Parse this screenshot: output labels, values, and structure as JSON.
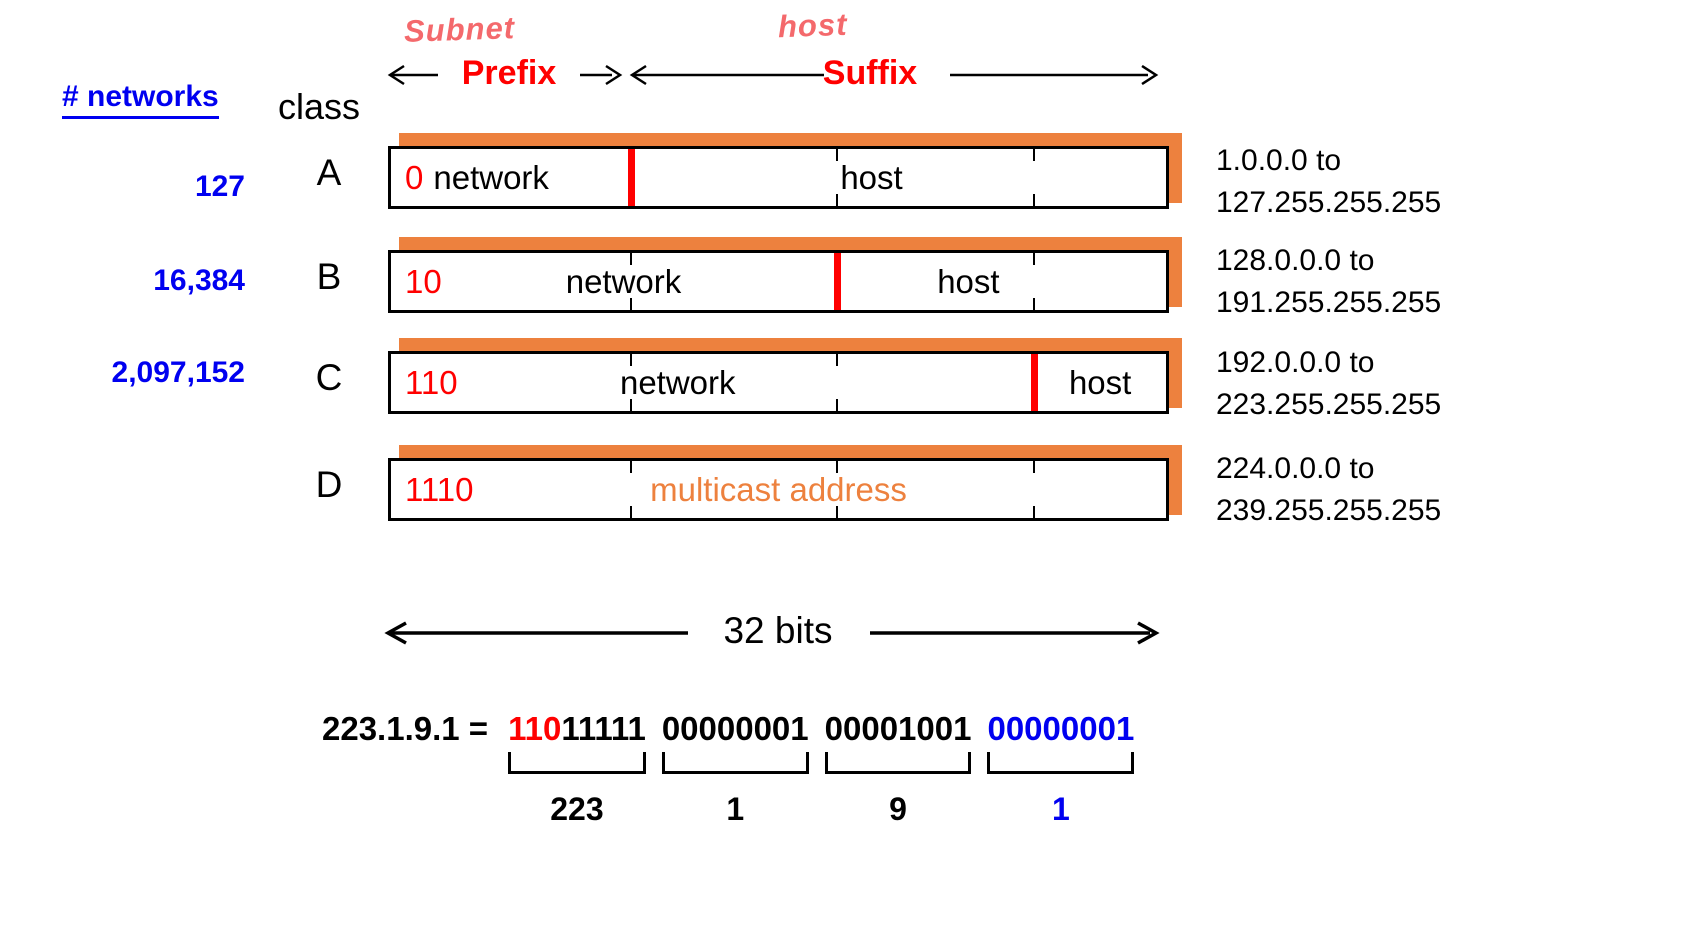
{
  "header": {
    "networks_label": "# networks",
    "class_label": "class",
    "subnet_note": "Subnet",
    "prefix_label": "Prefix",
    "host_note": "host",
    "suffix_label": "Suffix"
  },
  "rows": [
    {
      "letter": "A",
      "count": "127",
      "prefix_bits": "0",
      "network_label": "network",
      "host_label": "host",
      "range_from": "1.0.0.0 to",
      "range_to": "127.255.255.255"
    },
    {
      "letter": "B",
      "count": "16,384",
      "prefix_bits": "10",
      "network_label": "network",
      "host_label": "host",
      "range_from": "128.0.0.0 to",
      "range_to": "191.255.255.255"
    },
    {
      "letter": "C",
      "count": "2,097,152",
      "prefix_bits": "110",
      "network_label": "network",
      "host_label": "host",
      "range_from": "192.0.0.0 to",
      "range_to": "223.255.255.255"
    },
    {
      "letter": "D",
      "prefix_bits": "1110",
      "multicast_label": "multicast address",
      "range_from": "224.0.0.0 to",
      "range_to": "239.255.255.255"
    }
  ],
  "footer": {
    "bits_label": "32 bits",
    "equation_label": "223.1.9.1 =",
    "octets": [
      {
        "bits_red": "110",
        "bits_rest": "11111",
        "value": "223"
      },
      {
        "bits": "00000001",
        "value": "1"
      },
      {
        "bits": "00001001",
        "value": "9"
      },
      {
        "bits": "00000001",
        "value": "1"
      }
    ]
  },
  "colors": {
    "blue": "#0000f0",
    "red": "#ff0000",
    "coral_note": "#f4696c",
    "orange_accent": "#ed813e",
    "black": "#000000"
  }
}
